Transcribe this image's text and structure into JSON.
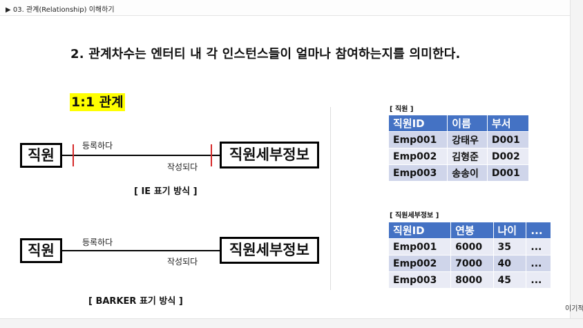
{
  "frame": {
    "title": "▶ 03. 관계(Relationship) 이해하기"
  },
  "heading": "2. 관계차수는 엔터티 내 각 인스턴스들이 얼마나 참여하는지를 의미한다.",
  "section_label": "1:1 관계",
  "ie_diagram": {
    "left_entity": "직원",
    "right_entity": "직원세부정보",
    "top_label": "등록하다",
    "bottom_label": "작성되다",
    "caption": "[ IE 표기 방식 ]",
    "tick_color": "#d62828"
  },
  "barker_diagram": {
    "left_entity": "직원",
    "right_entity": "직원세부정보",
    "top_label": "등록하다",
    "bottom_label": "작성되다",
    "caption": "[ BARKER 표기 방식 ]"
  },
  "employee_table": {
    "label": "[ 직원 ]",
    "headers": [
      "직원ID",
      "이름",
      "부서"
    ],
    "rows": [
      [
        "Emp001",
        "강태우",
        "D001"
      ],
      [
        "Emp002",
        "김형준",
        "D002"
      ],
      [
        "Emp003",
        "송송이",
        "D001"
      ]
    ]
  },
  "detail_table": {
    "label": "[ 직원세부정보 ]",
    "headers": [
      "직원ID",
      "연봉",
      "나이",
      "..."
    ],
    "rows": [
      [
        "Emp001",
        "6000",
        "35",
        "..."
      ],
      [
        "Emp002",
        "7000",
        "40",
        "..."
      ],
      [
        "Emp003",
        "8000",
        "45",
        "..."
      ]
    ]
  },
  "colors": {
    "header_bg": "#4472c4",
    "row_odd": "#cfd5ea",
    "row_even": "#e9ebf5",
    "highlight": "#ffff00"
  },
  "watermark": "이기적"
}
